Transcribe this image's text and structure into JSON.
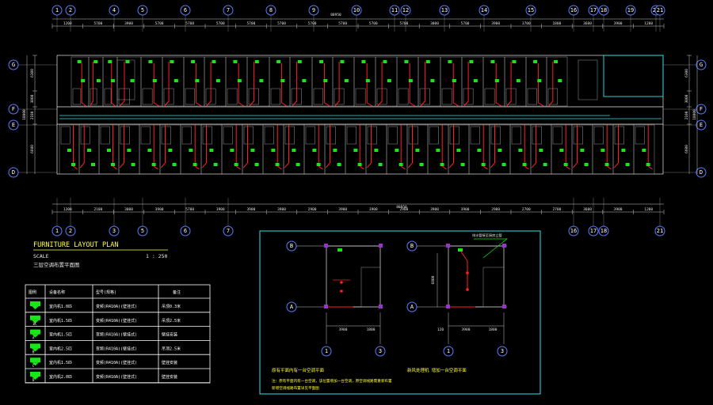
{
  "drawing": {
    "title": "FURNITURE LAYOUT PLAN",
    "scale_label": "SCALE",
    "scale_value": "1 : 250",
    "subtitle": "三层空调布置平面图"
  },
  "axes_top": [
    "1",
    "2",
    "4",
    "5",
    "6",
    "7",
    "8",
    "9",
    "10",
    "11",
    "12",
    "13",
    "14",
    "15",
    "16",
    "17",
    "18",
    "19",
    "20",
    "21"
  ],
  "axes_bottom": [
    "1",
    "2",
    "3",
    "5",
    "6",
    "7",
    "16",
    "17",
    "18",
    "21"
  ],
  "axes_side": [
    "G",
    "F",
    "E",
    "D"
  ],
  "dims_top": [
    "1200",
    "5700",
    "3900",
    "5700",
    "5700",
    "5700",
    "5700",
    "5700",
    "5700",
    "5700",
    "5700",
    "5700",
    "3000",
    "5700",
    "3900",
    "3700",
    "1800",
    "3600",
    "3900",
    "1200"
  ],
  "dims_bottom": [
    "1200",
    "2100",
    "3000",
    "3900",
    "5700",
    "3900",
    "3900",
    "3900",
    "2900",
    "3900",
    "3900",
    "2900",
    "3900",
    "3900",
    "2900",
    "2700",
    "2700",
    "3600",
    "3900",
    "1200"
  ],
  "total_top": "80950",
  "total_bottom": "80950",
  "side_dims": [
    "6300",
    "3000",
    "2100",
    "6600"
  ],
  "side_total": "18000",
  "legend": {
    "headers": [
      "图例",
      "设备名称",
      "型号(规格)",
      "备注"
    ],
    "rows": [
      {
        "icon": "ac-icon",
        "tag": "",
        "name": "室内机1.0匹",
        "model": "变频(R410A)(壁挂式)",
        "note": "吊顶0.3米"
      },
      {
        "icon": "ac-icon",
        "tag": "1K",
        "name": "室内机1.5匹",
        "model": "变频(R410A)(壁挂式)",
        "note": "吊顶2.5米"
      },
      {
        "icon": "ac-icon",
        "tag": "A",
        "name": "室内机1.5匹",
        "model": "变频(R410A)(壁挂式)",
        "note": "壁挂安装"
      },
      {
        "icon": "ac-icon",
        "tag": "B",
        "name": "室内机2.5匹",
        "model": "变频(R410A)(壁挂式)",
        "note": "吊顶2.5米"
      },
      {
        "icon": "ac-icon",
        "tag": "C",
        "name": "室内机1.5匹",
        "model": "变频(R410A)(壁挂式)",
        "note": "壁挂安装"
      },
      {
        "icon": "ac-icon",
        "tag": "D",
        "name": "室内机2.0匹",
        "model": "变频(R410A)(壁挂式)",
        "note": "壁挂安装"
      }
    ]
  },
  "detail": {
    "left_caption": "原有平面内有一台空调平面",
    "right_caption": "新风处理机 增加一台空调平面",
    "note_line1": "注：原有平面内有一台空调，该位置增加一台空调，原空调线路需重新布置",
    "note_line2": "新增空调线路布置详见平面图",
    "axis_b": "B",
    "axis_a": "A",
    "axis_1": "1",
    "axis_3": "3",
    "dim_left_a": "3900",
    "dim_left_b": "1800",
    "dim_right_a": "3900",
    "dim_right_b": "1800",
    "dim_small": "120",
    "dim_vert": "6800",
    "pipe_label": "排水管接至厨房立管"
  },
  "colors": {
    "background": "#000000",
    "wall": "#e6e6e6",
    "pipe_red": "#ff2020",
    "pipe_cyan": "#2ee6e6",
    "ac_unit": "#19e619",
    "axis_circle": "#5a7bff",
    "title": "#ffff33",
    "detail_frame": "#2ee6e6",
    "column": "#9933cc"
  }
}
